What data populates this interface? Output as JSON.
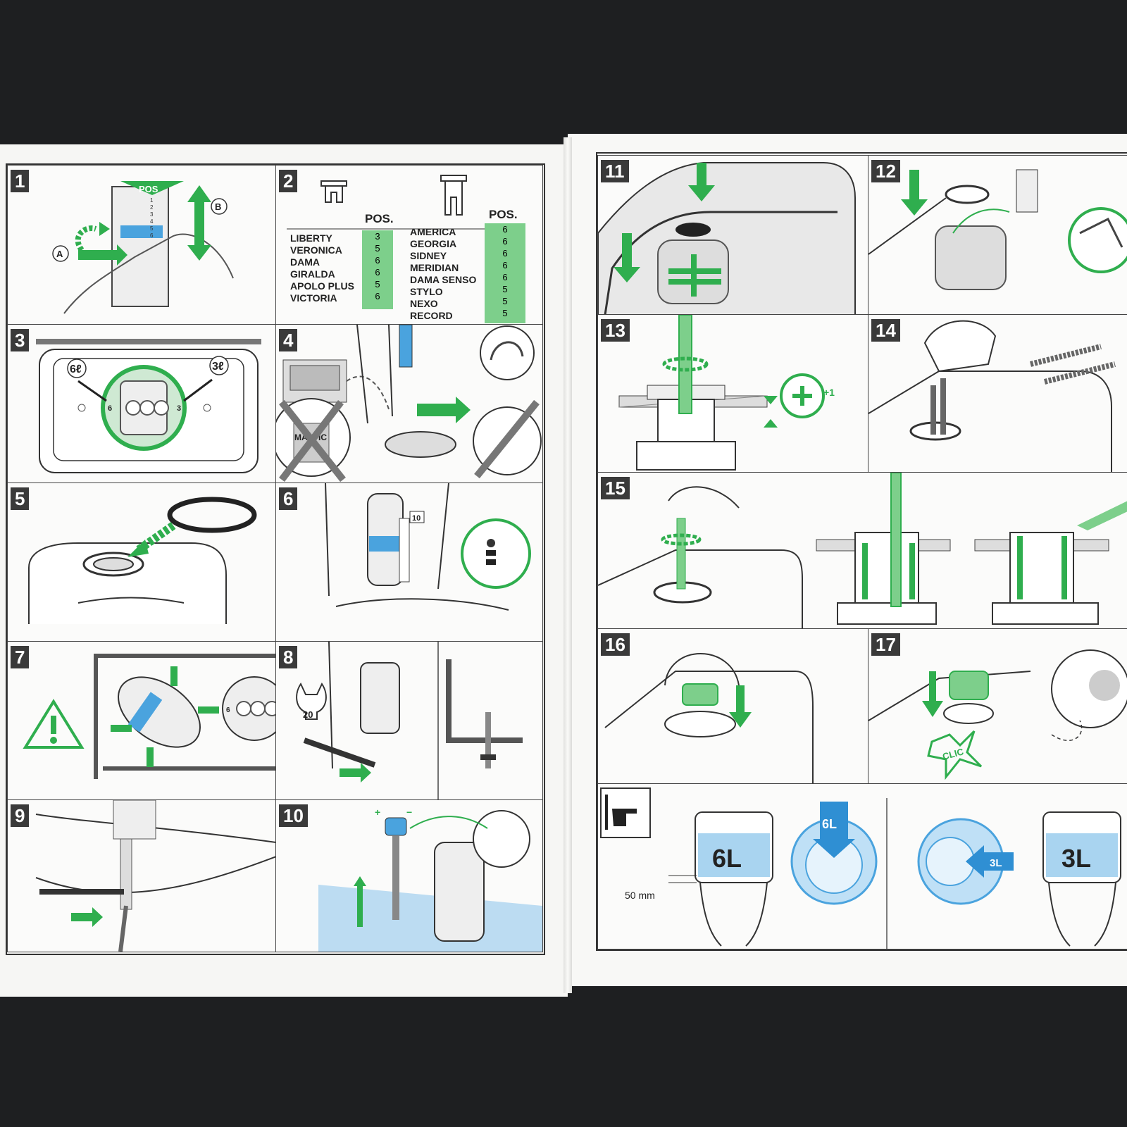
{
  "steps": [
    {
      "num": "1"
    },
    {
      "num": "2"
    },
    {
      "num": "3"
    },
    {
      "num": "4"
    },
    {
      "num": "5"
    },
    {
      "num": "6"
    },
    {
      "num": "7"
    },
    {
      "num": "8"
    },
    {
      "num": "9"
    },
    {
      "num": "10"
    },
    {
      "num": "11"
    },
    {
      "num": "12"
    },
    {
      "num": "13"
    },
    {
      "num": "14"
    },
    {
      "num": "15"
    },
    {
      "num": "16"
    },
    {
      "num": "17"
    }
  ],
  "step1": {
    "pos_label": "POS",
    "marker_a": "A",
    "marker_b": "B",
    "scale": [
      "1",
      "2",
      "3",
      "4",
      "5",
      "6"
    ]
  },
  "step2": {
    "pos_header": "POS.",
    "table_left": [
      {
        "model": "LIBERTY",
        "pos": "3"
      },
      {
        "model": "VERONICA",
        "pos": "5"
      },
      {
        "model": "DAMA",
        "pos": "6"
      },
      {
        "model": "GIRALDA",
        "pos": "6"
      },
      {
        "model": "APOLO PLUS",
        "pos": "5"
      },
      {
        "model": "VICTORIA",
        "pos": "6"
      }
    ],
    "table_right": [
      {
        "model": "AMERICA",
        "pos": "6"
      },
      {
        "model": "GEORGIA",
        "pos": "6"
      },
      {
        "model": "SIDNEY",
        "pos": "6"
      },
      {
        "model": "MERIDIAN",
        "pos": "6"
      },
      {
        "model": "DAMA SENSO",
        "pos": "6"
      },
      {
        "model": "STYLO",
        "pos": "5"
      },
      {
        "model": "NEXO",
        "pos": "5"
      },
      {
        "model": "RECORD",
        "pos": "5"
      }
    ]
  },
  "step3": {
    "left_volume": "6ℓ",
    "right_volume": "3ℓ",
    "left_mark": "6",
    "right_mark": "3"
  },
  "step4": {
    "mastic_label": "MASTIC"
  },
  "step6": {
    "callout": "10"
  },
  "step7": {
    "mark": "6"
  },
  "step8": {
    "wrench_size": "20"
  },
  "step10": {
    "plus": "+",
    "minus": "−"
  },
  "step13": {
    "increment": "+1"
  },
  "step17": {
    "clic": "CLIC"
  },
  "usage": {
    "full_flush": "6L",
    "half_flush": "3L",
    "measure": "50 mm"
  },
  "colors": {
    "accent_green": "#2fae4e",
    "light_green": "#7dcf8b",
    "water_blue": "#4aa3de",
    "background": "#1e1f21"
  }
}
